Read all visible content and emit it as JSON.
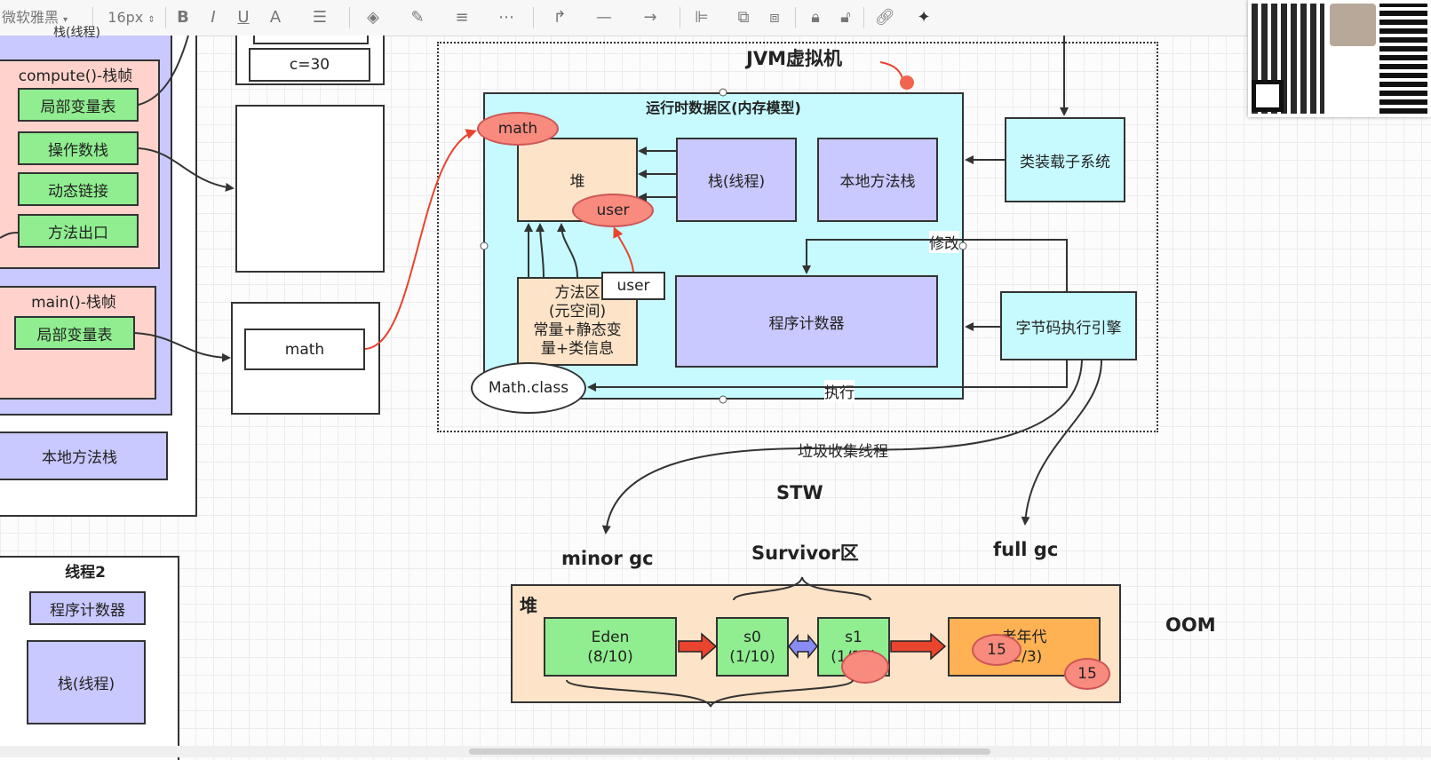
{
  "toolbar": {
    "font_name": "微软雅黑",
    "font_size": "16px",
    "icons": [
      "bold-icon",
      "italic-icon",
      "underline-icon",
      "font-color-icon",
      "align-icon",
      "fill-color-icon",
      "line-color-icon",
      "line-width-icon",
      "dash-style-icon",
      "connector-icon",
      "line-style-icon",
      "arrow-style-icon",
      "align-objects-icon",
      "bring-front-icon",
      "send-back-icon",
      "lock-icon",
      "unlock-icon",
      "link-icon",
      "magic-wand-icon"
    ]
  },
  "left_thread": {
    "partial_title": "栈(线程)",
    "compute_frame": {
      "title": "compute()-栈帧",
      "items": [
        "局部变量表",
        "操作数栈",
        "动态链接",
        "方法出口"
      ]
    },
    "main_frame": {
      "title": "main()-栈帧",
      "items": [
        "局部变量表"
      ]
    },
    "native_stack": "本地方法栈"
  },
  "thread2": {
    "title": "线程2",
    "program_counter": "程序计数器",
    "stack": "栈(线程)"
  },
  "middle": {
    "var_c": "c=30",
    "var_math": "math"
  },
  "jvm": {
    "title": "JVM虚拟机",
    "runtime_area_title": "运行时数据区(内存模型)",
    "heap": "堆",
    "stack": "栈(线程)",
    "native_stack": "本地方法栈",
    "method_area": "方法区\n(元空间)\n常量+静态变\n量+类信息",
    "program_counter": "程序计数器",
    "math_ellipse": "math",
    "user_ellipse": "user",
    "user_box": "user",
    "math_class": "Math.class",
    "class_loader": "类装载子系统",
    "bytecode_engine": "字节码执行引擎",
    "label_modify": "修改",
    "label_execute": "执行"
  },
  "gc": {
    "gc_thread": "垃圾收集线程",
    "stw": "STW",
    "minor_gc": "minor gc",
    "survivor": "Survivor区",
    "full_gc": "full gc",
    "oom": "OOM",
    "heap_title": "堆",
    "eden": "Eden\n(8/10)",
    "s0": "s0\n(1/10)",
    "s1": "s1\n(1/10)",
    "old_gen": "老年代\n(2/3)",
    "age_badge_1": "15",
    "age_badge_2": "15"
  },
  "colors": {
    "green": "#90ee90",
    "pink": "#ffd3cc",
    "lavender": "#c9c8ff",
    "cyan": "#c6faff",
    "peach": "#fde3c7",
    "orange": "#ffb254",
    "salmon": "#f88a7e",
    "red_arrow": "#e8442e"
  }
}
